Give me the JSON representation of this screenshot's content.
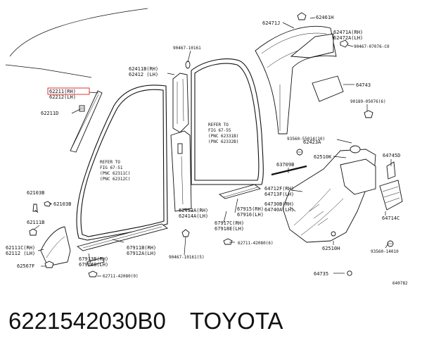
{
  "diagram": {
    "drawing_code": "640782",
    "labels": [
      {
        "id": "62211-rh",
        "text": "62211(RH)",
        "hl": true
      },
      {
        "id": "62212-lh",
        "text": "62212(LH)"
      },
      {
        "id": "62211d",
        "text": "62211D"
      },
      {
        "id": "90467-10161-a",
        "text": "90467-10161"
      },
      {
        "id": "62411b-rh",
        "text": "62411B(RH)"
      },
      {
        "id": "62412-lh",
        "text": "62412  (LH)"
      },
      {
        "id": "62471j",
        "text": "62471J"
      },
      {
        "id": "62461h",
        "text": "62461H"
      },
      {
        "id": "62471a-rh",
        "text": "62471A(RH)"
      },
      {
        "id": "62472a-lh",
        "text": "62472A(LH)"
      },
      {
        "id": "90467-07076",
        "text": "90467-07076-C0"
      },
      {
        "id": "64743",
        "text": "64743"
      },
      {
        "id": "90189-05076",
        "text": "90189-05076(6)"
      },
      {
        "id": "93560-55014",
        "text": "93560-55014(10)"
      },
      {
        "id": "62423a",
        "text": "62423A"
      },
      {
        "id": "62510k",
        "text": "62510K"
      },
      {
        "id": "64745d",
        "text": "64745D"
      },
      {
        "id": "63709b",
        "text": "63709B"
      },
      {
        "id": "64712f-rh",
        "text": "64712F(RH)"
      },
      {
        "id": "64713f-lh",
        "text": "64713F(LH)"
      },
      {
        "id": "64730b-rh",
        "text": "64730B(RH)"
      },
      {
        "id": "64740a-lh",
        "text": "64740A(LH)"
      },
      {
        "id": "64714c",
        "text": "64714C"
      },
      {
        "id": "62510h",
        "text": "62510H"
      },
      {
        "id": "93560-14010",
        "text": "93560-14010"
      },
      {
        "id": "64735",
        "text": "64735"
      },
      {
        "id": "62103b",
        "text": "62103B"
      },
      {
        "id": "62103b-2",
        "text": "62103B"
      },
      {
        "id": "62111b",
        "text": "62111B"
      },
      {
        "id": "62111c-rh",
        "text": "62111C(RH)"
      },
      {
        "id": "62112-lh",
        "text": "62112  (LH)"
      },
      {
        "id": "62567f",
        "text": "62567F"
      },
      {
        "id": "67913b-rh",
        "text": "67913B(RH)"
      },
      {
        "id": "67914b-lh",
        "text": "67914B(LH)"
      },
      {
        "id": "62711-42080-9",
        "text": "62711-42080(9)"
      },
      {
        "id": "67911b-rh",
        "text": "67911B(RH)"
      },
      {
        "id": "67912a-lh",
        "text": "67912A(LH)"
      },
      {
        "id": "62413a-rh",
        "text": "62413A(RH)"
      },
      {
        "id": "62414a-lh",
        "text": "62414A(LH)"
      },
      {
        "id": "90467-10161-5",
        "text": "90467-10161(5)"
      },
      {
        "id": "67915-rh",
        "text": "67915(RH)"
      },
      {
        "id": "67916-lh",
        "text": "67916(LH)"
      },
      {
        "id": "67917c-rh",
        "text": "67917C(RH)"
      },
      {
        "id": "67918e-lh",
        "text": "67918E(LH)"
      },
      {
        "id": "62711-42080-6",
        "text": "62711-42080(6)"
      }
    ],
    "refer_notes": [
      {
        "id": "refer-front",
        "lines": [
          "REFER TO",
          "FIG 67-51",
          "(PNC 62311C)",
          "(PNC 62312C)"
        ]
      },
      {
        "id": "refer-rear",
        "lines": [
          "REFER TO",
          "FIG 67-55",
          "(PNC 62331B)",
          "(PNC 62332B)"
        ]
      }
    ]
  },
  "caption": {
    "part_number": "6221542030B0",
    "brand": "TOYOTA"
  }
}
